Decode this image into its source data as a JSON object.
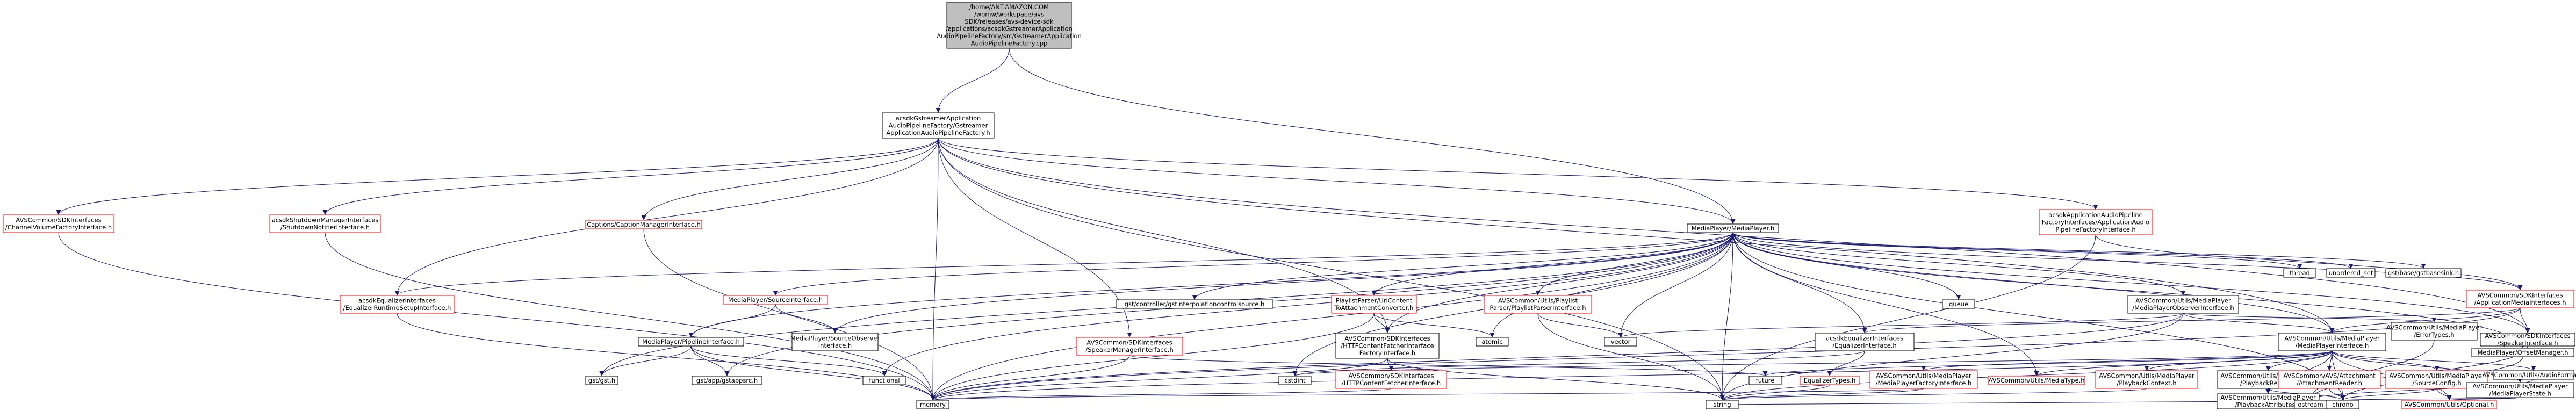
{
  "colors": {
    "root_fill": "#bfbfbf",
    "node_stroke": "#000000",
    "missing_stroke": "#ff0000",
    "edge": "#191970",
    "background": "#ffffff"
  },
  "nodes": [
    {
      "id": "root",
      "lines": [
        "/home/ANT.AMAZON.COM",
        "/womw/workspace/avs",
        "SDK/releases/avs-device-sdk",
        "/applications/acsdkGstreamerApplication",
        "AudioPipelineFactory/src/GstreamerApplication",
        "AudioPipelineFactory.cpp"
      ],
      "style": "root"
    },
    {
      "id": "factory-h",
      "lines": [
        "acsdkGstreamerApplication",
        "AudioPipelineFactory/Gstreamer",
        "ApplicationAudioPipelineFactory.h"
      ],
      "style": "normal"
    },
    {
      "id": "channel-volume",
      "lines": [
        "AVSCommon/SDKInterfaces",
        "/ChannelVolumeFactoryInterface.h"
      ],
      "style": "missing"
    },
    {
      "id": "shutdown-manager",
      "lines": [
        "acsdkShutdownManagerInterfaces",
        "/ShutdownNotifierInterface.h"
      ],
      "style": "missing"
    },
    {
      "id": "captions-manager",
      "lines": [
        "Captions/CaptionManagerInterface.h"
      ],
      "style": "missing"
    },
    {
      "id": "app-audio-pipeline",
      "lines": [
        "acsdkApplicationAudioPipeline",
        "FactoryInterfaces/ApplicationAudio",
        "PipelineFactoryInterface.h"
      ],
      "style": "missing"
    },
    {
      "id": "mediaplayer-h",
      "lines": [
        "MediaPlayer/MediaPlayer.h"
      ],
      "style": "normal"
    },
    {
      "id": "eq-runtime",
      "lines": [
        "acsdkEqualizerInterfaces",
        "/EqualizerRuntimeSetupInterface.h"
      ],
      "style": "missing"
    },
    {
      "id": "source-iface",
      "lines": [
        "MediaPlayer/SourceInterface.h"
      ],
      "style": "missing"
    },
    {
      "id": "gstcontroller",
      "lines": [
        "gst/controller/gstinterpolationcontrolsource.h"
      ],
      "style": "normal"
    },
    {
      "id": "playlist-uri",
      "lines": [
        "PlaylistParser/UrlContent",
        "ToAttachmentConverter.h"
      ],
      "style": "missing"
    },
    {
      "id": "playlist-parser",
      "lines": [
        "AVSCommon/Utils/Playlist",
        "Parser/PlaylistParserInterface.h"
      ],
      "style": "missing"
    },
    {
      "id": "queue",
      "lines": [
        "queue"
      ],
      "style": "normal"
    },
    {
      "id": "observer-iface",
      "lines": [
        "AVSCommon/Utils/MediaPlayer",
        "/MediaPlayerObserverInterface.h"
      ],
      "style": "normal"
    },
    {
      "id": "thread",
      "lines": [
        "thread"
      ],
      "style": "normal"
    },
    {
      "id": "unordered-set",
      "lines": [
        "unordered_set"
      ],
      "style": "normal"
    },
    {
      "id": "gstbasesink",
      "lines": [
        "gst/base/gstbasesink.h"
      ],
      "style": "normal"
    },
    {
      "id": "app-media-ifaces",
      "lines": [
        "AVSCommon/SDKInterfaces",
        "/ApplicationMediaInterfaces.h"
      ],
      "style": "missing"
    },
    {
      "id": "pipeline-iface",
      "lines": [
        "MediaPlayer/PipelineInterface.h"
      ],
      "style": "normal"
    },
    {
      "id": "source-observer",
      "lines": [
        "MediaPlayer/SourceObserver",
        "Interface.h"
      ],
      "style": "normal"
    },
    {
      "id": "speaker-manager",
      "lines": [
        "AVSCommon/SDKInterfaces",
        "/SpeakerManagerInterface.h"
      ],
      "style": "missing"
    },
    {
      "id": "http-factory",
      "lines": [
        "AVSCommon/SDKInterfaces",
        "/HTTPContentFetcherInterface",
        "FactoryInterface.h"
      ],
      "style": "normal"
    },
    {
      "id": "atomic",
      "lines": [
        "atomic"
      ],
      "style": "normal"
    },
    {
      "id": "vector",
      "lines": [
        "vector"
      ],
      "style": "normal"
    },
    {
      "id": "eq-iface",
      "lines": [
        "acsdkEqualizerInterfaces",
        "/EqualizerInterface.h"
      ],
      "style": "normal"
    },
    {
      "id": "mp-iface",
      "lines": [
        "AVSCommon/Utils/MediaPlayer",
        "/MediaPlayerInterface.h"
      ],
      "style": "normal"
    },
    {
      "id": "error-types",
      "lines": [
        "AVSCommon/Utils/MediaPlayer",
        "/ErrorTypes.h"
      ],
      "style": "normal"
    },
    {
      "id": "speaker-iface",
      "lines": [
        "AVSCommon/SDKInterfaces",
        "/SpeakerInterface.h"
      ],
      "style": "normal"
    },
    {
      "id": "gst-h",
      "lines": [
        "gst/gst.h"
      ],
      "style": "normal"
    },
    {
      "id": "gstappsrc",
      "lines": [
        "gst/app/gstappsrc.h"
      ],
      "style": "normal"
    },
    {
      "id": "functional",
      "lines": [
        "functional"
      ],
      "style": "normal"
    },
    {
      "id": "http-fetcher",
      "lines": [
        "AVSCommon/SDKInterfaces",
        "/HTTPContentFetcherInterface.h"
      ],
      "style": "missing"
    },
    {
      "id": "cstdint",
      "lines": [
        "cstdint"
      ],
      "style": "normal"
    },
    {
      "id": "future",
      "lines": [
        "future"
      ],
      "style": "normal"
    },
    {
      "id": "eq-types",
      "lines": [
        "EqualizerTypes.h"
      ],
      "style": "missing"
    },
    {
      "id": "memory",
      "lines": [
        "memory"
      ],
      "style": "normal"
    },
    {
      "id": "mp-factory",
      "lines": [
        "AVSCommon/Utils/MediaPlayer",
        "/MediaPlayerFactoryInterface.h"
      ],
      "style": "missing"
    },
    {
      "id": "media-type",
      "lines": [
        "AVSCommon/Utils/MediaType.h"
      ],
      "style": "missing"
    },
    {
      "id": "playback-context",
      "lines": [
        "AVSCommon/Utils/MediaPlayer",
        "/PlaybackContext.h"
      ],
      "style": "missing"
    },
    {
      "id": "string",
      "lines": [
        "string"
      ],
      "style": "normal"
    },
    {
      "id": "playback-report",
      "lines": [
        "AVSCommon/Utils/MediaPlayer",
        "/PlaybackReport.h"
      ],
      "style": "normal"
    },
    {
      "id": "attachment-reader",
      "lines": [
        "AVSCommon/AVS/Attachment",
        "/AttachmentReader.h"
      ],
      "style": "missing"
    },
    {
      "id": "source-config",
      "lines": [
        "AVSCommon/Utils/MediaPlayer",
        "/SourceConfig.h"
      ],
      "style": "missing"
    },
    {
      "id": "audio-format",
      "lines": [
        "AVSCommon/Utils/AudioFormat.h"
      ],
      "style": "normal"
    },
    {
      "id": "mp-state",
      "lines": [
        "AVSCommon/Utils/MediaPlayer",
        "/MediaPlayerState.h"
      ],
      "style": "normal"
    },
    {
      "id": "playback-attrs",
      "lines": [
        "AVSCommon/Utils/MediaPlayer",
        "/PlaybackAttributes.h"
      ],
      "style": "normal"
    },
    {
      "id": "ostream",
      "lines": [
        "ostream"
      ],
      "style": "normal"
    },
    {
      "id": "optional",
      "lines": [
        "AVSCommon/Utils/Optional.h"
      ],
      "style": "missing"
    },
    {
      "id": "offset-manager",
      "lines": [
        "MediaPlayer/OffsetManager.h"
      ],
      "style": "normal"
    },
    {
      "id": "chrono",
      "lines": [
        "chrono"
      ],
      "style": "normal"
    }
  ],
  "edges": [
    [
      "root",
      "factory-h"
    ],
    [
      "root",
      "mediaplayer-h"
    ],
    [
      "factory-h",
      "channel-volume"
    ],
    [
      "factory-h",
      "shutdown-manager"
    ],
    [
      "factory-h",
      "captions-manager"
    ],
    [
      "factory-h",
      "app-audio-pipeline"
    ],
    [
      "factory-h",
      "mediaplayer-h"
    ],
    [
      "factory-h",
      "eq-runtime"
    ],
    [
      "factory-h",
      "speaker-manager"
    ],
    [
      "factory-h",
      "http-factory"
    ],
    [
      "factory-h",
      "memory"
    ],
    [
      "factory-h",
      "mp-iface"
    ],
    [
      "factory-h",
      "speaker-iface"
    ],
    [
      "factory-h",
      "string"
    ],
    [
      "channel-volume",
      "memory"
    ],
    [
      "shutdown-manager",
      "memory"
    ],
    [
      "captions-manager",
      "memory"
    ],
    [
      "app-audio-pipeline",
      "app-media-ifaces"
    ],
    [
      "app-audio-pipeline",
      "string"
    ],
    [
      "eq-runtime",
      "memory"
    ],
    [
      "mediaplayer-h",
      "eq-runtime"
    ],
    [
      "mediaplayer-h",
      "source-iface"
    ],
    [
      "mediaplayer-h",
      "gstcontroller"
    ],
    [
      "mediaplayer-h",
      "playlist-uri"
    ],
    [
      "mediaplayer-h",
      "playlist-parser"
    ],
    [
      "mediaplayer-h",
      "queue"
    ],
    [
      "mediaplayer-h",
      "observer-iface"
    ],
    [
      "mediaplayer-h",
      "thread"
    ],
    [
      "mediaplayer-h",
      "unordered-set"
    ],
    [
      "mediaplayer-h",
      "gstbasesink"
    ],
    [
      "mediaplayer-h",
      "app-media-ifaces"
    ],
    [
      "mediaplayer-h",
      "pipeline-iface"
    ],
    [
      "mediaplayer-h",
      "source-observer"
    ],
    [
      "mediaplayer-h",
      "http-factory"
    ],
    [
      "mediaplayer-h",
      "atomic"
    ],
    [
      "mediaplayer-h",
      "vector"
    ],
    [
      "mediaplayer-h",
      "eq-iface"
    ],
    [
      "mediaplayer-h",
      "mp-iface"
    ],
    [
      "mediaplayer-h",
      "speaker-iface"
    ],
    [
      "mediaplayer-h",
      "gst-h"
    ],
    [
      "mediaplayer-h",
      "gstappsrc"
    ],
    [
      "mediaplayer-h",
      "functional"
    ],
    [
      "mediaplayer-h",
      "cstdint"
    ],
    [
      "mediaplayer-h",
      "memory"
    ],
    [
      "mediaplayer-h",
      "string"
    ],
    [
      "mediaplayer-h",
      "media-type"
    ],
    [
      "mediaplayer-h",
      "offset-manager"
    ],
    [
      "mediaplayer-h",
      "chrono"
    ],
    [
      "source-iface",
      "pipeline-iface"
    ],
    [
      "source-iface",
      "source-observer"
    ],
    [
      "playlist-uri",
      "http-factory"
    ],
    [
      "playlist-uri",
      "atomic"
    ],
    [
      "playlist-uri",
      "memory"
    ],
    [
      "playlist-parser",
      "vector"
    ],
    [
      "playlist-parser",
      "string"
    ],
    [
      "observer-iface",
      "mp-iface"
    ],
    [
      "observer-iface",
      "error-types"
    ],
    [
      "observer-iface",
      "vector"
    ],
    [
      "observer-iface",
      "string"
    ],
    [
      "observer-iface",
      "memory"
    ],
    [
      "app-media-ifaces",
      "eq-iface"
    ],
    [
      "app-media-ifaces",
      "mp-iface"
    ],
    [
      "app-media-ifaces",
      "speaker-iface"
    ],
    [
      "app-media-ifaces",
      "memory"
    ],
    [
      "pipeline-iface",
      "gst-h"
    ],
    [
      "pipeline-iface",
      "gstappsrc"
    ],
    [
      "pipeline-iface",
      "functional"
    ],
    [
      "pipeline-iface",
      "memory"
    ],
    [
      "speaker-manager",
      "future"
    ],
    [
      "speaker-manager",
      "memory"
    ],
    [
      "http-factory",
      "http-fetcher"
    ],
    [
      "http-factory",
      "memory"
    ],
    [
      "http-factory",
      "string"
    ],
    [
      "http-fetcher",
      "memory"
    ],
    [
      "eq-iface",
      "eq-types"
    ],
    [
      "eq-iface",
      "cstdint"
    ],
    [
      "eq-types",
      "string"
    ],
    [
      "mp-iface",
      "cstdint"
    ],
    [
      "mp-iface",
      "future"
    ],
    [
      "mp-iface",
      "memory"
    ],
    [
      "mp-iface",
      "mp-factory"
    ],
    [
      "mp-iface",
      "media-type"
    ],
    [
      "mp-iface",
      "playback-context"
    ],
    [
      "mp-iface",
      "string"
    ],
    [
      "mp-iface",
      "playback-report"
    ],
    [
      "mp-iface",
      "attachment-reader"
    ],
    [
      "mp-iface",
      "source-config"
    ],
    [
      "mp-iface",
      "audio-format"
    ],
    [
      "mp-iface",
      "mp-state"
    ],
    [
      "mp-iface",
      "playback-attrs"
    ],
    [
      "mp-iface",
      "optional"
    ],
    [
      "mp-iface",
      "chrono"
    ],
    [
      "error-types",
      "ostream"
    ],
    [
      "speaker-iface",
      "ostream"
    ],
    [
      "mp-factory",
      "memory"
    ],
    [
      "mp-factory",
      "string"
    ],
    [
      "playback-context",
      "string"
    ],
    [
      "playback-report",
      "playback-attrs"
    ],
    [
      "playback-report",
      "chrono"
    ],
    [
      "attachment-reader",
      "chrono"
    ],
    [
      "source-config",
      "optional"
    ],
    [
      "source-config",
      "chrono"
    ],
    [
      "audio-format",
      "ostream"
    ],
    [
      "mp-state",
      "optional"
    ],
    [
      "mp-state",
      "chrono"
    ],
    [
      "playback-attrs",
      "string"
    ],
    [
      "offset-manager",
      "chrono"
    ]
  ]
}
